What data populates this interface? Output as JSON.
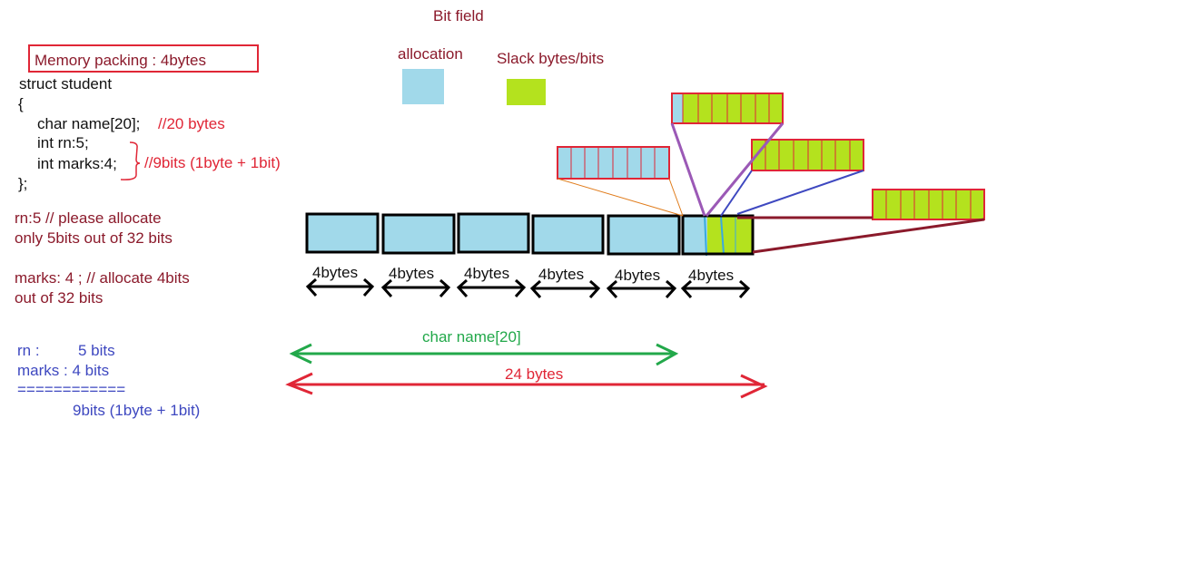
{
  "title": "Bit field",
  "legend": {
    "allocation_label": "allocation",
    "slack_label": "Slack bytes/bits",
    "allocation_color": "#a1d9ea",
    "slack_color": "#b4e21e"
  },
  "code": {
    "packing_label": "Memory packing : 4bytes",
    "struct_line": "struct student",
    "open_brace": "{",
    "field_name": "char name[20];",
    "field_name_comment": "//20 bytes",
    "field_rn": "int rn:5;",
    "field_marks": "int marks:4;",
    "bits_comment": "//9bits (1byte + 1bit)",
    "close_brace": "};"
  },
  "notes": {
    "rn_line1": "rn:5 // please allocate",
    "rn_line2": "only 5bits out of 32 bits",
    "marks_line1": "marks: 4 ; // allocate 4bits",
    "marks_line2": "out of 32 bits"
  },
  "calc": {
    "rn_label": "rn :",
    "rn_value": "5 bits",
    "marks_line": "marks : 4 bits",
    "separator": "============",
    "total": "9bits (1byte + 1bit)"
  },
  "blocks": {
    "labels": [
      "4bytes",
      "4bytes",
      "4bytes",
      "4bytes",
      "4bytes",
      "4bytes"
    ]
  },
  "spans": {
    "char_name_label": "char name[20]",
    "total_label": "24 bytes"
  },
  "colors": {
    "maroon": "#8b1a2b",
    "red": "#e02636",
    "blue": "#3e48c0",
    "green": "#22a84a",
    "purple": "#9b59b6"
  }
}
